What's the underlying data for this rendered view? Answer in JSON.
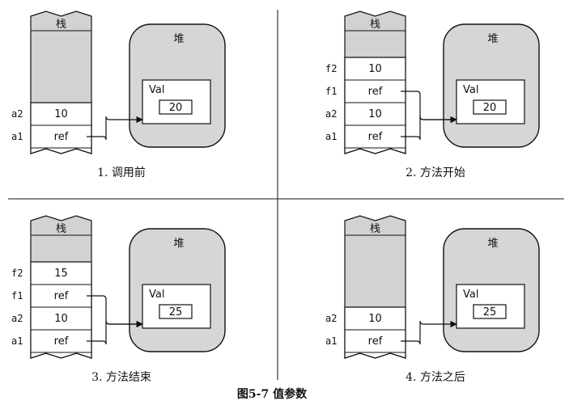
{
  "figure_caption": "图5-7   值参数",
  "stack_title": "栈",
  "heap_title": "堆",
  "object_label": "Val",
  "colors": {
    "stack_fill": "#d2d2d2",
    "heap_fill": "#d6d6d6",
    "cell_fill": "#ffffff",
    "stroke": "#111111"
  },
  "panels": [
    {
      "caption": "1. 调用前",
      "heap_value": "20",
      "rows": [
        {
          "name": "a2",
          "value": "10"
        },
        {
          "name": "a1",
          "value": "ref"
        }
      ]
    },
    {
      "caption": "2. 方法开始",
      "heap_value": "20",
      "rows": [
        {
          "name": "f2",
          "value": "10"
        },
        {
          "name": "f1",
          "value": "ref"
        },
        {
          "name": "a2",
          "value": "10"
        },
        {
          "name": "a1",
          "value": "ref"
        }
      ]
    },
    {
      "caption": "3.  方法结束",
      "heap_value": "25",
      "rows": [
        {
          "name": "f2",
          "value": "15"
        },
        {
          "name": "f1",
          "value": "ref"
        },
        {
          "name": "a2",
          "value": "10"
        },
        {
          "name": "a1",
          "value": "ref"
        }
      ]
    },
    {
      "caption": "4. 方法之后",
      "heap_value": "25",
      "rows": [
        {
          "name": "a2",
          "value": "10"
        },
        {
          "name": "a1",
          "value": "ref"
        }
      ]
    }
  ]
}
